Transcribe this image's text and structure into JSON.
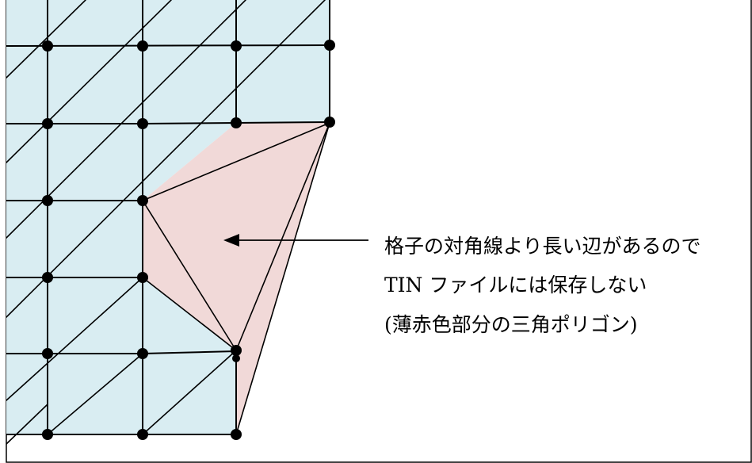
{
  "colors": {
    "grid_fill": "#d9edf2",
    "excluded_fill": "#f1d9d8",
    "line": "#000000",
    "node": "#000000",
    "background": "#ffffff"
  },
  "annotation": {
    "lines": [
      "格子の対角線より長い辺があるので",
      "TIN ファイルには保存しない",
      "(薄赤色部分の三角ポリゴン)"
    ]
  }
}
